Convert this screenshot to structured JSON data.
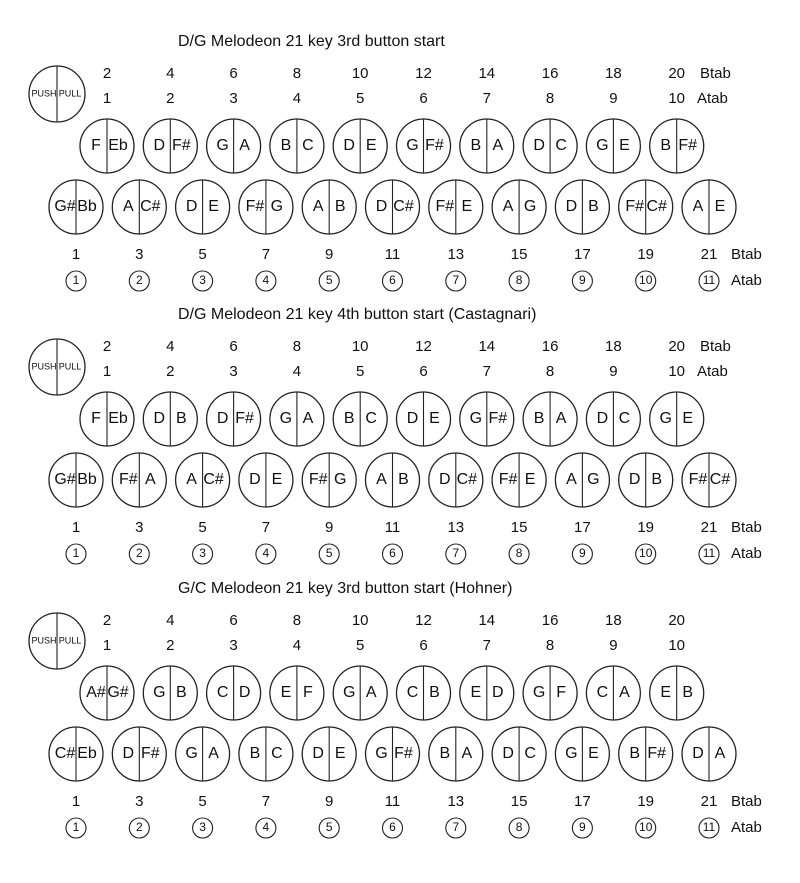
{
  "legend": {
    "push": "PUSH",
    "pull": "PULL"
  },
  "sections": [
    {
      "title": "D/G Melodeon 21 key 3rd button start",
      "top_numbers": [
        "2",
        "4",
        "6",
        "8",
        "10",
        "12",
        "14",
        "16",
        "18",
        "20"
      ],
      "top_tab_label": "Btab",
      "second_numbers": [
        "1",
        "2",
        "3",
        "4",
        "5",
        "6",
        "7",
        "8",
        "9",
        "10"
      ],
      "second_tab_label": "Atab",
      "row_inner": [
        [
          "F",
          "Eb"
        ],
        [
          "D",
          "F#"
        ],
        [
          "G",
          "A"
        ],
        [
          "B",
          "C"
        ],
        [
          "D",
          "E"
        ],
        [
          "G",
          "F#"
        ],
        [
          "B",
          "A"
        ],
        [
          "D",
          "C"
        ],
        [
          "G",
          "E"
        ],
        [
          "B",
          "F#"
        ]
      ],
      "row_outer": [
        [
          "G#",
          "Bb"
        ],
        [
          "A",
          "C#"
        ],
        [
          "D",
          "E"
        ],
        [
          "F#",
          "G"
        ],
        [
          "A",
          "B"
        ],
        [
          "D",
          "C#"
        ],
        [
          "F#",
          "E"
        ],
        [
          "A",
          "G"
        ],
        [
          "D",
          "B"
        ],
        [
          "F#",
          "C#"
        ],
        [
          "A",
          "E"
        ]
      ],
      "bottom_numbers": [
        "1",
        "3",
        "5",
        "7",
        "9",
        "11",
        "13",
        "15",
        "17",
        "19",
        "21"
      ],
      "bottom_tab_label": "Btab",
      "circled_numbers": [
        "1",
        "2",
        "3",
        "4",
        "5",
        "6",
        "7",
        "8",
        "9",
        "10",
        "11"
      ],
      "circled_tab_label": "Atab"
    },
    {
      "title": "D/G Melodeon 21 key 4th button start (Castagnari)",
      "top_numbers": [
        "2",
        "4",
        "6",
        "8",
        "10",
        "12",
        "14",
        "16",
        "18",
        "20"
      ],
      "top_tab_label": "Btab",
      "second_numbers": [
        "1",
        "2",
        "3",
        "4",
        "5",
        "6",
        "7",
        "8",
        "9",
        "10"
      ],
      "second_tab_label": "Atab",
      "row_inner": [
        [
          "F",
          "Eb"
        ],
        [
          "D",
          "B"
        ],
        [
          "D",
          "F#"
        ],
        [
          "G",
          "A"
        ],
        [
          "B",
          "C"
        ],
        [
          "D",
          "E"
        ],
        [
          "G",
          "F#"
        ],
        [
          "B",
          "A"
        ],
        [
          "D",
          "C"
        ],
        [
          "G",
          "E"
        ]
      ],
      "row_outer": [
        [
          "G#",
          "Bb"
        ],
        [
          "F#",
          "A"
        ],
        [
          "A",
          "C#"
        ],
        [
          "D",
          "E"
        ],
        [
          "F#",
          "G"
        ],
        [
          "A",
          "B"
        ],
        [
          "D",
          "C#"
        ],
        [
          "F#",
          "E"
        ],
        [
          "A",
          "G"
        ],
        [
          "D",
          "B"
        ],
        [
          "F#",
          "C#"
        ]
      ],
      "bottom_numbers": [
        "1",
        "3",
        "5",
        "7",
        "9",
        "11",
        "13",
        "15",
        "17",
        "19",
        "21"
      ],
      "bottom_tab_label": "Btab",
      "circled_numbers": [
        "1",
        "2",
        "3",
        "4",
        "5",
        "6",
        "7",
        "8",
        "9",
        "10",
        "11"
      ],
      "circled_tab_label": "Atab"
    },
    {
      "title": "G/C Melodeon 21 key 3rd button start (Hohner)",
      "top_numbers": [
        "2",
        "4",
        "6",
        "8",
        "10",
        "12",
        "14",
        "16",
        "18",
        "20"
      ],
      "top_tab_label": "",
      "second_numbers": [
        "1",
        "2",
        "3",
        "4",
        "5",
        "6",
        "7",
        "8",
        "9",
        "10"
      ],
      "second_tab_label": "",
      "row_inner": [
        [
          "A#",
          "G#"
        ],
        [
          "G",
          "B"
        ],
        [
          "C",
          "D"
        ],
        [
          "E",
          "F"
        ],
        [
          "G",
          "A"
        ],
        [
          "C",
          "B"
        ],
        [
          "E",
          "D"
        ],
        [
          "G",
          "F"
        ],
        [
          "C",
          "A"
        ],
        [
          "E",
          "B"
        ]
      ],
      "row_outer": [
        [
          "C#",
          "Eb"
        ],
        [
          "D",
          "F#"
        ],
        [
          "G",
          "A"
        ],
        [
          "B",
          "C"
        ],
        [
          "D",
          "E"
        ],
        [
          "G",
          "F#"
        ],
        [
          "B",
          "A"
        ],
        [
          "D",
          "C"
        ],
        [
          "G",
          "E"
        ],
        [
          "B",
          "F#"
        ],
        [
          "D",
          "A"
        ]
      ],
      "bottom_numbers": [
        "1",
        "3",
        "5",
        "7",
        "9",
        "11",
        "13",
        "15",
        "17",
        "19",
        "21"
      ],
      "bottom_tab_label": "Btab",
      "circled_numbers": [
        "1",
        "2",
        "3",
        "4",
        "5",
        "6",
        "7",
        "8",
        "9",
        "10",
        "11"
      ],
      "circled_tab_label": "Atab"
    }
  ]
}
